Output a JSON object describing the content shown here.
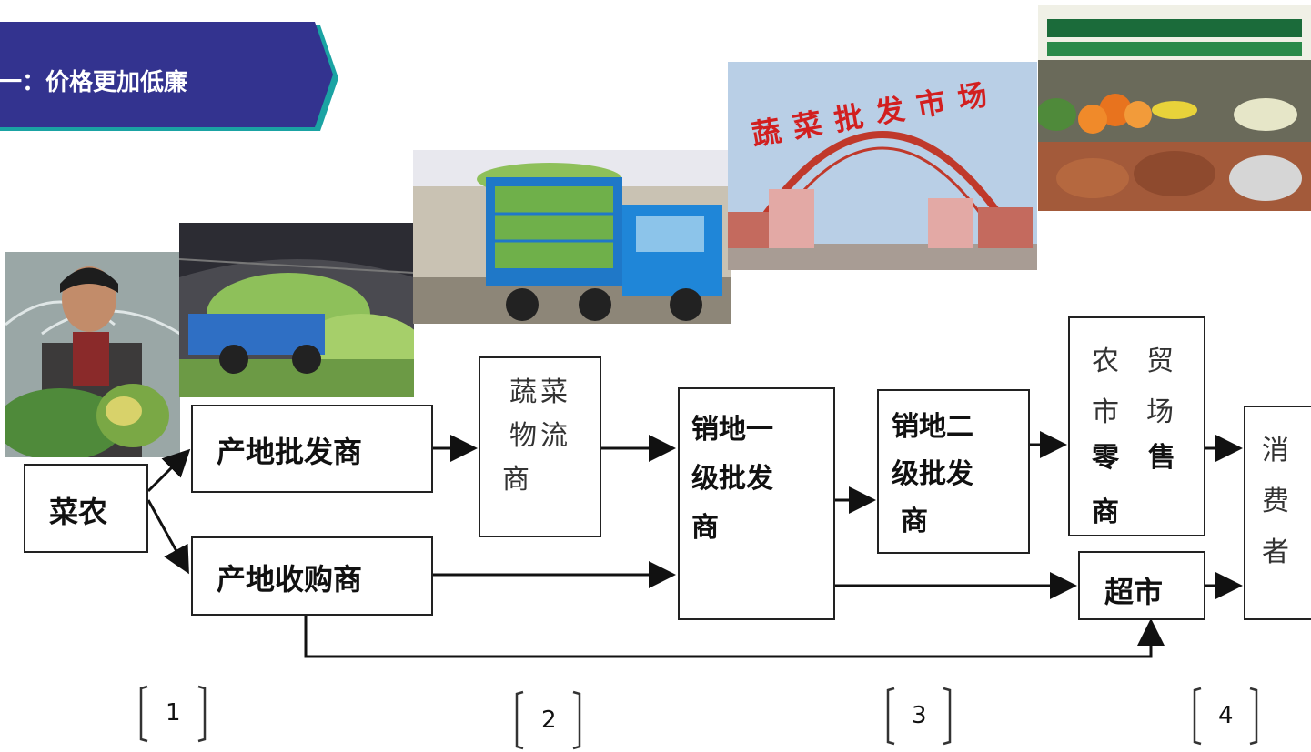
{
  "banner": {
    "title": "势一：价格更加低廉",
    "color": "#33338f",
    "edge": "#1aa3a3"
  },
  "nodes": {
    "farmer": "菜农",
    "origin_wholesaler": "产地批发商",
    "origin_purchaser": "产地收购商",
    "logistics": [
      "蔬菜",
      "物流",
      "商"
    ],
    "primary_wholesaler": [
      "销地一",
      "级批发",
      "商"
    ],
    "secondary_wholesaler": [
      "销地二",
      "级批发",
      "商"
    ],
    "farmers_market": [
      "农",
      "贸",
      "市",
      "场",
      "零",
      "售",
      "商"
    ],
    "supermarket": "超市",
    "consumer": [
      "消",
      "费",
      "者"
    ]
  },
  "stages": [
    "1",
    "2",
    "3",
    "4"
  ],
  "photos": {
    "market_sign": "蔬菜批发市场"
  }
}
